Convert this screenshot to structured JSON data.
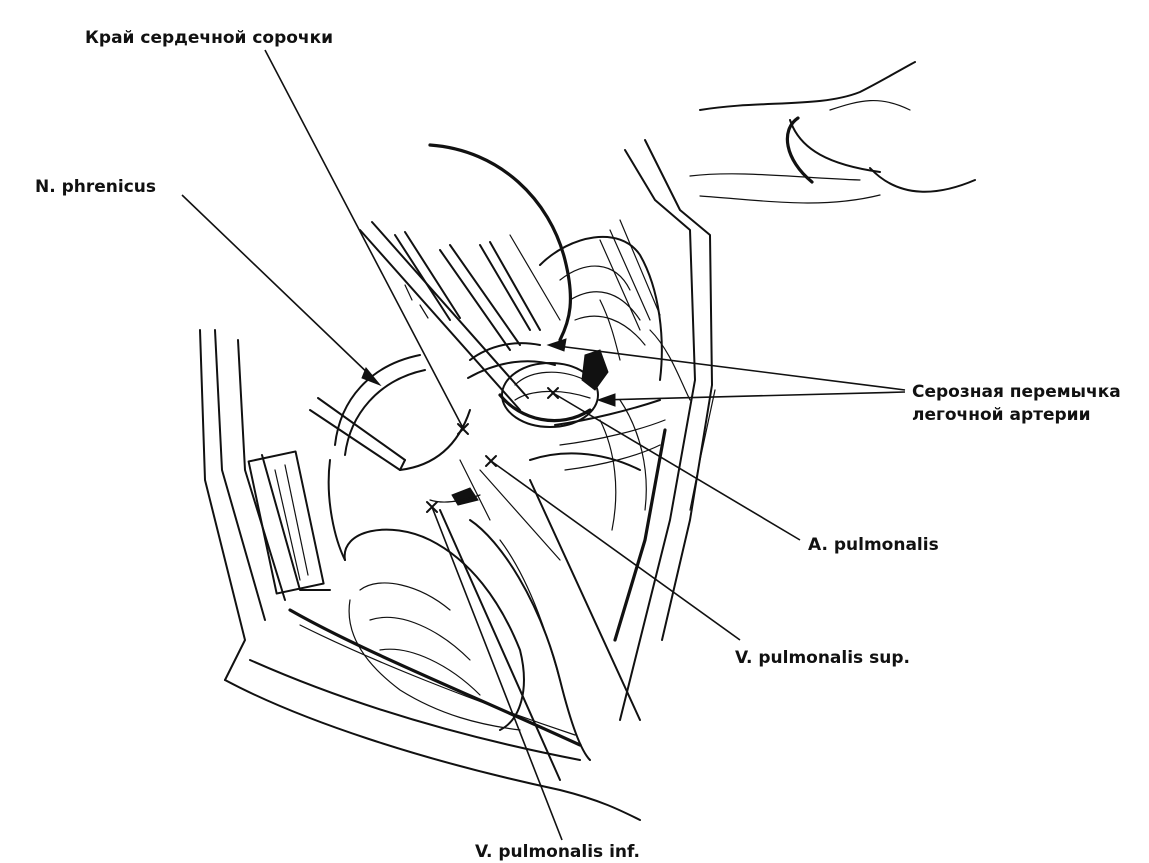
{
  "labels": {
    "pericardium_edge": "Край сердечной сорочки",
    "phrenic_nerve": "N. phrenicus",
    "serous_bridge_line1": "Серозная перемычка",
    "serous_bridge_line2": "легочной артерии",
    "pulmonary_artery": "A. pulmonalis",
    "superior_pulmonary_vein": "V. pulmonalis sup.",
    "inferior_pulmonary_vein": "V. pulmonalis inf."
  },
  "colors": {
    "ink": "#111111",
    "background": "#ffffff"
  }
}
